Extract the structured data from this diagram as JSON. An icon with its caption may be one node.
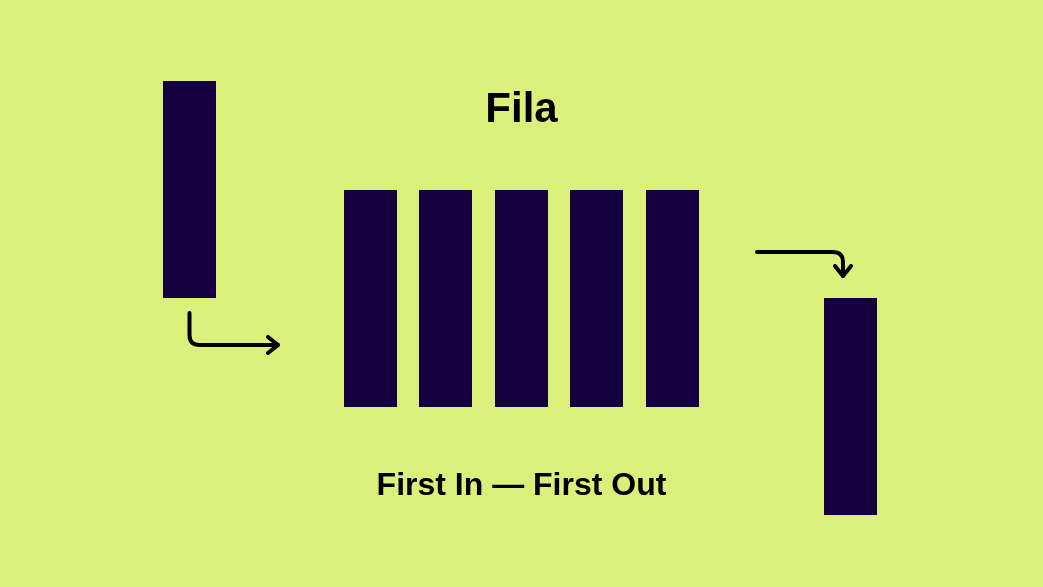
{
  "diagram": {
    "title": "Fila",
    "caption": "First In — First Out",
    "nodes": [
      {
        "text": [],
        "shape": "bar"
      },
      {
        "text": [],
        "shape": "bar"
      },
      {
        "text": [],
        "shape": "bar"
      },
      {
        "text": [],
        "shape": "bar"
      },
      {
        "text": [],
        "shape": "bar"
      },
      {
        "text": [],
        "shape": "bar"
      },
      {
        "text": [],
        "shape": "bar"
      }
    ],
    "edges": [
      {
        "from": 0,
        "to": 1,
        "arrow": "to"
      },
      {
        "from": 5,
        "to": 6,
        "arrow": "to"
      }
    ]
  }
}
